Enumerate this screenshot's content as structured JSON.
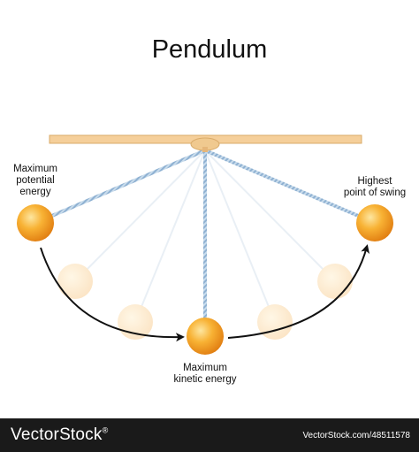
{
  "title": "Pendulum",
  "labels": {
    "max_potential": "Maximum\npotential\nenergy",
    "highest_point": "Highest\npoint of swing",
    "max_kinetic": "Maximum\nkinetic energy"
  },
  "footer": {
    "brand": "VectorStock",
    "registered": "®",
    "credit": "VectorStock.com/48511578"
  },
  "colors": {
    "beam": "#f5cf9a",
    "bob": "#f5a21a",
    "rope": "#a9c6df",
    "arrow": "#111111",
    "footer": "#1a1a1a"
  }
}
